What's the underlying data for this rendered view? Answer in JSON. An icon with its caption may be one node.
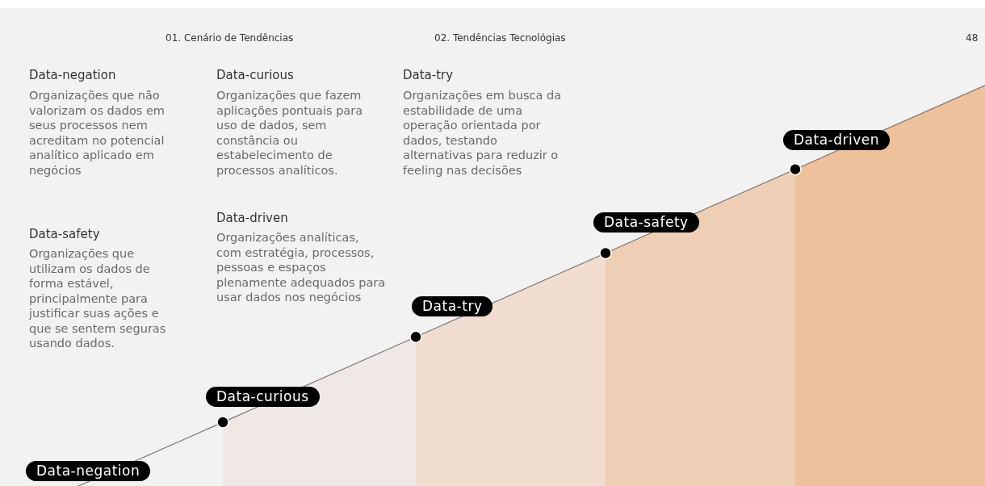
{
  "diagram": {
    "nodes": [
      {
        "text": [
          "Data-negation"
        ]
      },
      {
        "text": [
          "Data-curious"
        ]
      },
      {
        "text": [
          "Data-try"
        ]
      },
      {
        "text": [
          "Data-safety"
        ]
      },
      {
        "text": [
          "Data-driven"
        ]
      }
    ],
    "labels": [
      "01. Cenário de Tendências",
      "02. Tendências Tecnológias",
      "48",
      "Data-negation",
      "Organizações que não valorizam os dados em seus processos nem acreditam no potencial analítico aplicado em negócios",
      "Data-curious",
      "Organizações que fazem aplicações pontuais para uso de dados, sem constância ou estabelecimento de processos analíticos.",
      "Data-try",
      "Organizações em busca da estabilidade de uma operação orientada por dados, testando alternativas para reduzir o feeling nas decisões",
      "Data-safety",
      "Organizações que utilizam os dados de forma estável, principalmente para justificar suas ações e que se sentem seguras usando dados.",
      "Data-driven",
      "Organizações analíticas, com estratégia, processos, pessoas e espaços plenamente adequados para usar dados nos negócios"
    ]
  }
}
